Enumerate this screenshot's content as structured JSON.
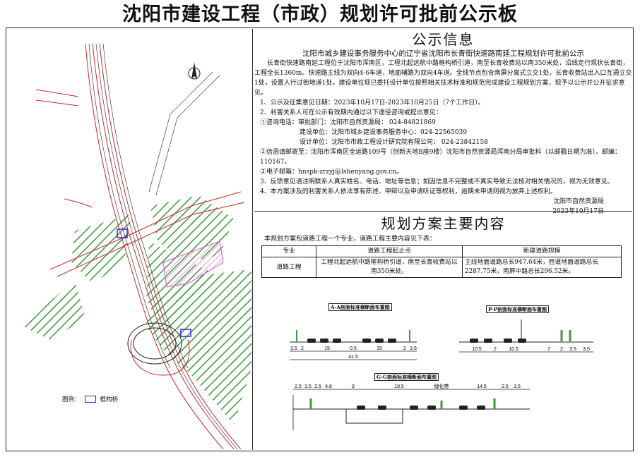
{
  "board_title": "沈阳市建设工程（市政）规划许可批前公示板",
  "notice": {
    "heading": "公示信息",
    "subtitle": "沈阳市城乡建设事务服务中心的辽宁省沈阳市长青街快速路南延工程规划许可批前公示",
    "body": "长青街快速路南延工程位于沈阳市浑南区，工程北起远航中路框构桥引道，南至长青收费站以南350米处，沿线走行现状长青街，工程全长1360m。快速路主线为双向4-6车道，地面辅路为双向4车道。全线节点包含南屏分离式立交1处，长青收费站出入口互通立交1处，设置人行过街地道1处。建设单位现已委托设计单位按照相关技术标准和规范完成建设工程规划方案，现予以公示并公开征求意见。",
    "item1": "1、公示及征集意见日期：2023年10月17日-2023年10月25日（7个工作日）。",
    "item2": "2、利害关系人可在公示有效期内通过以下途径咨询或提出意见：",
    "phone_title": "①咨询电话：",
    "approver": "审批部门：沈阳市自然资源局：   024-84821869",
    "builder": "建设单位：沈阳市城乡建设事务服务中心：024-22565039",
    "designer": "设计单位：沈阳市市政工程设计研究院有限公司：   024-23842158",
    "mail": "②信函请邮寄至：沈阳市浑南区全运路109号（创新天地B座9楼）沈阳市自然资源局浑南分局审批科（以邮戳日期为准）。邮编：110167。",
    "email": "③电子邮箱：hnspk-zrzyj@lshenyang.gov.cn。",
    "item3": "3、反馈意见请注明联系人真实姓名、电话、地址等信息；如因信息不完整或不真实导致无法核对相关情况的，视为无效意见。",
    "item4": "4、本方案涉及的利害关系人依法享有陈述、申辩以及申请听证等权利，逾期未申请则视为放弃上述权利。",
    "sign_org": "沈阳市自然资源局",
    "sign_date": "2023年10月17日"
  },
  "plan": {
    "heading": "规划方案主要内容",
    "intro": "本规划方案包道路工程一个专业，道路工程主要内容见下表：",
    "table_headers": [
      "专业",
      "道路工程起止点",
      "新建道路规模"
    ],
    "table_row": [
      "道路工程",
      "工程北起远航中路框构桥引道，南至长青收费站以南350米处。",
      "主线地面道路总长947.64米，匝道地面道路总长2287.75米，南屏中路总长296.52米。"
    ]
  },
  "sections": {
    "aa": {
      "title": "A-A剖面标准横断面布置图",
      "dims": [
        "3.5",
        "2",
        "15",
        "0.5",
        "15",
        "2",
        "3.5"
      ],
      "total": "41.5"
    },
    "pp": {
      "title": "P-P剖面标准横断面布置图",
      "dims": [
        "10.5",
        "2",
        "10.5",
        "7",
        "2",
        "3.5",
        "3.5"
      ]
    },
    "gg": {
      "title": "G-G剖面标准横断面布置图",
      "dims": [
        "2.5",
        "3.5",
        "2.5",
        "4.8",
        "9",
        "19.5",
        "14.5",
        "2.5",
        "3.5"
      ],
      "label": "绿化带"
    }
  },
  "legend": {
    "label": "图例：",
    "item": "框构桥"
  },
  "colors": {
    "road": "#d6262a",
    "hatch": "#3c9a3c",
    "pink": "#d955c8",
    "blue": "#2b2bd6"
  }
}
